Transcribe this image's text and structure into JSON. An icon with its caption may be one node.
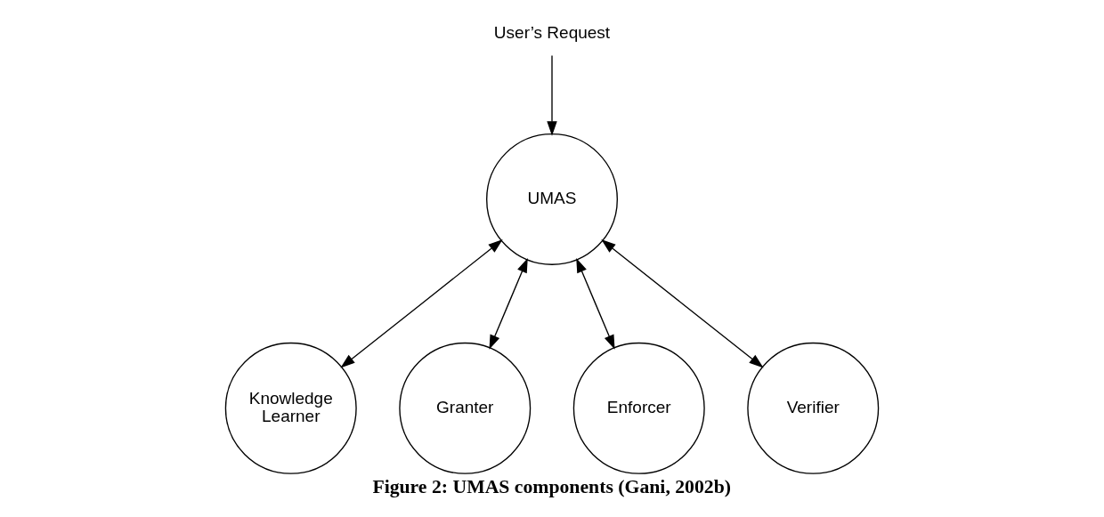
{
  "diagram": {
    "caption": "Figure 2: UMAS components (Gani, 2002b)",
    "nodes": [
      {
        "text": [
          "User’s Request"
        ]
      },
      {
        "text": [
          "UMAS"
        ]
      },
      {
        "text": [
          "Knowledge Learner"
        ]
      },
      {
        "text": [
          "Granter"
        ]
      },
      {
        "text": [
          "Enforcer"
        ]
      },
      {
        "text": [
          "Verifier"
        ]
      }
    ],
    "edges": [
      {
        "from": 0,
        "to": 1,
        "arrow": "to"
      },
      {
        "from": 1,
        "to": 2,
        "arrow": "both"
      },
      {
        "from": 1,
        "to": 3,
        "arrow": "both"
      },
      {
        "from": 1,
        "to": 4,
        "arrow": "both"
      },
      {
        "from": 1,
        "to": 5,
        "arrow": "both"
      }
    ]
  }
}
